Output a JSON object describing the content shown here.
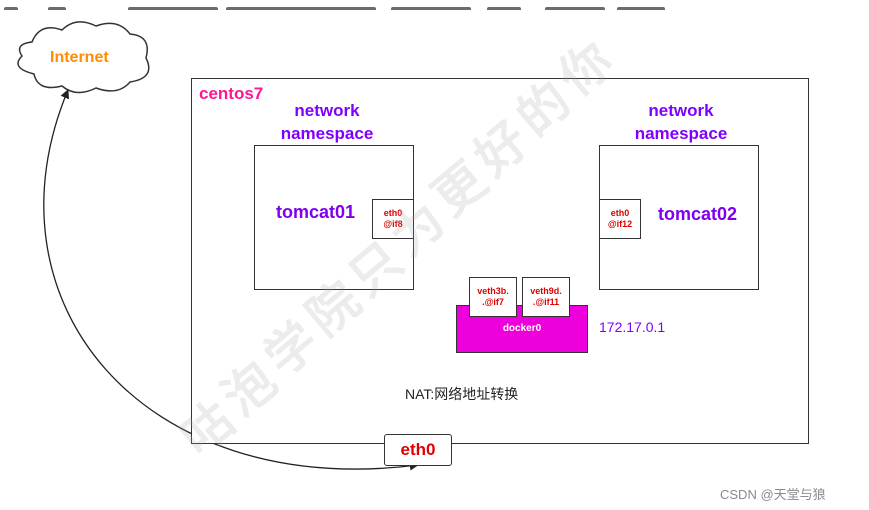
{
  "internet": {
    "label": "Internet"
  },
  "host": {
    "label": "centos7"
  },
  "namespaces": [
    {
      "title": "network\nnamespace",
      "container": "tomcat01",
      "iface": [
        "eth0",
        "@if8"
      ]
    },
    {
      "title": "network\nnamespace",
      "container": "tomcat02",
      "iface": [
        "eth0",
        "@if12"
      ]
    }
  ],
  "veths": [
    {
      "line1": "veth3b.",
      "line2": ".@if7"
    },
    {
      "line1": "veth9d.",
      "line2": ".@if11"
    }
  ],
  "docker0": {
    "label": "docker0",
    "ip": "172.17.0.1"
  },
  "nat": {
    "label": "NAT:网络地址转换"
  },
  "eth0": {
    "label": "eth0"
  },
  "watermark": {
    "text": "咕泡学院 只为更好的你"
  },
  "footer": {
    "credit": "CSDN @天堂与狼"
  },
  "colors": {
    "purple": "#8000ff",
    "magenta": "#ee00dd",
    "red": "#e00000",
    "orange": "#ff8c00",
    "pink": "#ff1493"
  }
}
